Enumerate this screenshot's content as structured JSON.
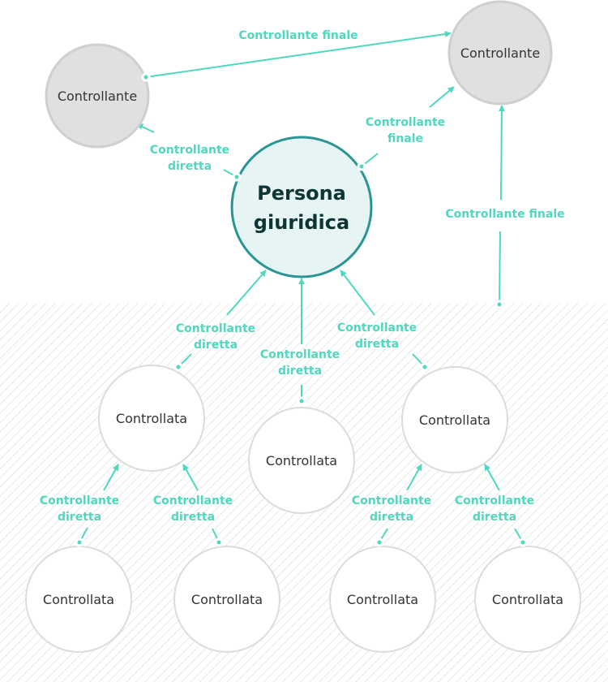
{
  "colors": {
    "accent": "#4fd8bf",
    "primary_stroke": "#2a9595",
    "primary_fill": "#e6f4f4",
    "parent_fill": "#e0e0e0"
  },
  "nodes": {
    "controllante_left": "Controllante",
    "controllante_right": "Controllante",
    "persona_line1": "Persona",
    "persona_line2": "giuridica",
    "controllata_a": "Controllata",
    "controllata_b": "Controllata",
    "controllata_c": "Controllata",
    "controllata_a1": "Controllata",
    "controllata_a2": "Controllata",
    "controllata_c1": "Controllata",
    "controllata_c2": "Controllata"
  },
  "edges": [
    {
      "line1": "Controllante finale",
      "line2": ""
    },
    {
      "line1": "Controllante",
      "line2": "diretta"
    },
    {
      "line1": "Controllante",
      "line2": "finale"
    },
    {
      "line1": "Controllante finale",
      "line2": ""
    },
    {
      "line1": "Controllante",
      "line2": "diretta"
    },
    {
      "line1": "Controllante",
      "line2": "diretta"
    },
    {
      "line1": "Controllante",
      "line2": "diretta"
    },
    {
      "line1": "Controllante",
      "line2": "diretta"
    },
    {
      "line1": "Controllante",
      "line2": "diretta"
    },
    {
      "line1": "Controllante",
      "line2": "diretta"
    },
    {
      "line1": "Controllante",
      "line2": "diretta"
    }
  ]
}
